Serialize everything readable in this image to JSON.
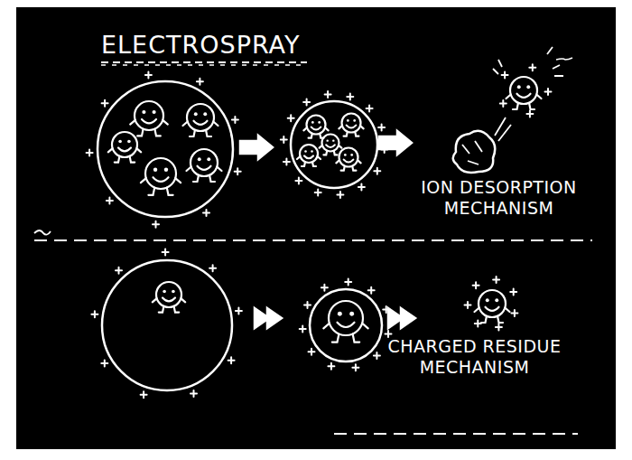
{
  "diagram": {
    "title": "ELECTROSPRAY",
    "labels": [
      "ION DESORPTION MECHANISM",
      "CHARGED RESIDUE MECHANISM"
    ]
  }
}
